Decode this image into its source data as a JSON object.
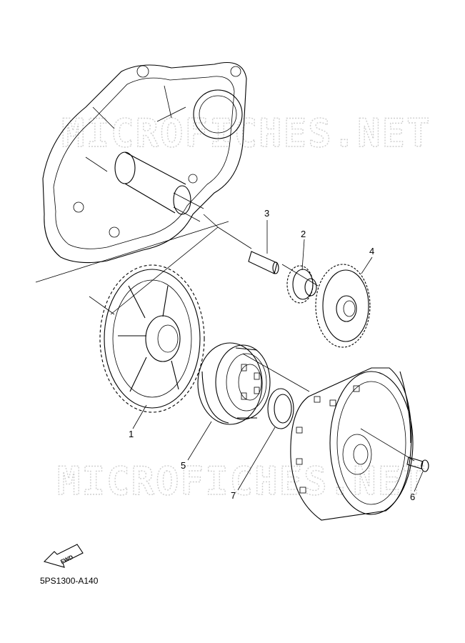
{
  "watermark": "MICROFICHES.NET",
  "parts": [
    {
      "number": "1"
    },
    {
      "number": "2"
    },
    {
      "number": "3"
    },
    {
      "number": "4"
    },
    {
      "number": "5"
    },
    {
      "number": "6"
    },
    {
      "number": "7"
    }
  ],
  "fwd_label": "FWD",
  "diagram_code": "5PS1300-A140"
}
